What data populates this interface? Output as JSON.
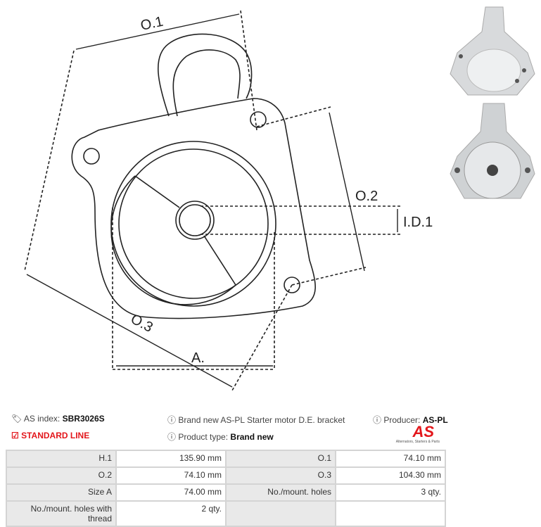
{
  "drawing": {
    "labels": {
      "o1": "O.1",
      "o2": "O.2",
      "o3": "O.3",
      "a": "A.",
      "id1": "I.D.1"
    }
  },
  "info": {
    "as_index_label": "AS index:",
    "as_index_value": "SBR3026S",
    "line": "STANDARD LINE",
    "description": "Brand new AS-PL Starter motor D.E. bracket",
    "product_type_label": "Product type:",
    "product_type_value": "Brand new",
    "producer_label": "Producer:",
    "producer_value": "AS-PL",
    "logo_text": "AS",
    "logo_tagline": "Alternators, Starters & Parts"
  },
  "colors": {
    "accent": "#e3161b"
  },
  "specs": [
    [
      {
        "label": "H.1",
        "value": "135.90 mm"
      },
      {
        "label": "O.1",
        "value": "74.10 mm"
      }
    ],
    [
      {
        "label": "O.2",
        "value": "74.10 mm"
      },
      {
        "label": "O.3",
        "value": "104.30 mm"
      }
    ],
    [
      {
        "label": "Size A",
        "value": "74.00 mm"
      },
      {
        "label": "No./mount. holes",
        "value": "3 qty."
      }
    ],
    [
      {
        "label": "No./mount. holes with thread",
        "value": "2 qty."
      },
      {
        "label": "",
        "value": ""
      }
    ]
  ]
}
